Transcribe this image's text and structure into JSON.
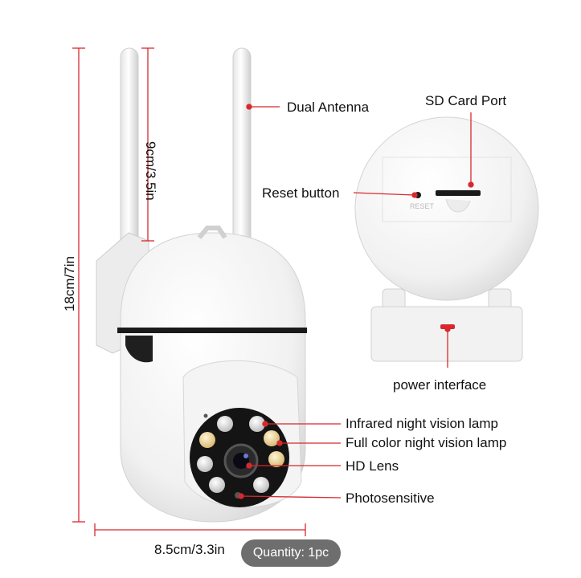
{
  "labels": {
    "dual_antenna": "Dual Antenna",
    "sd_card_port": "SD Card Port",
    "reset_button": "Reset button",
    "power_interface": "power interface",
    "infrared_lamp": "Infrared night vision lamp",
    "full_color_lamp": "Full color night vision lamp",
    "hd_lens": "HD Lens",
    "photosensitive": "Photosensitive",
    "reset_engraving": "RESET"
  },
  "dimensions": {
    "height": "18cm/7in",
    "antenna_height": "9cm/3.5in",
    "width": "8.5cm/3.3in"
  },
  "badge": {
    "quantity": "Quantity: 1pc"
  },
  "colors": {
    "callout": "#d8282f",
    "text": "#111111",
    "badge_bg": "#6e6e6e"
  }
}
